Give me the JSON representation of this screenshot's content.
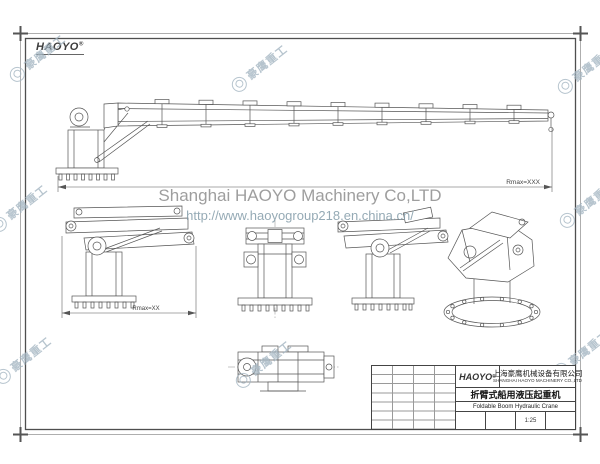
{
  "header_logo": {
    "text": "HAOYO",
    "reg": "®"
  },
  "watermarks": {
    "center_line1": "Shanghai HAOYO Machinery Co,LTD",
    "center_line2": "http://www.haoyogroup218.en.china.cn/",
    "diagonal_label": "豪鹰重工"
  },
  "dimensions": {
    "extended_radius": "Rmax=XXX",
    "folded_radius": "Rmax=XX"
  },
  "title_block": {
    "logo": "HAOYO",
    "company_cn": "上海豪鹰机械设备有限公司",
    "company_en": "SHANGHAI HAOYO MACHINERY CO.,LTD",
    "title_cn": "折臂式船用液压起重机",
    "title_en": "Foldable Boom Hydraulic Crane",
    "scale": "1:25"
  }
}
